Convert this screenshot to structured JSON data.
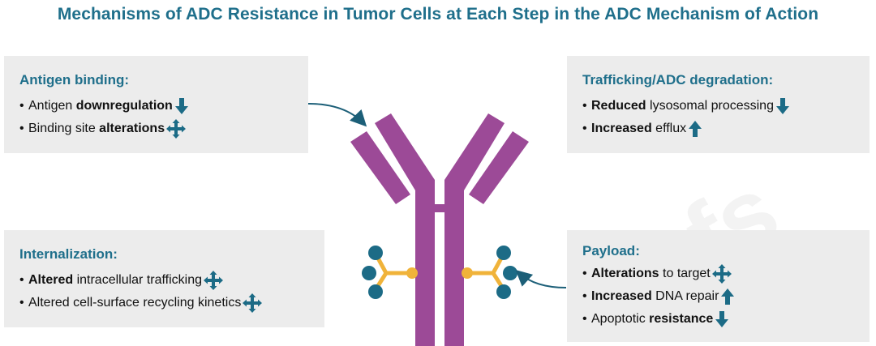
{
  "title": "Mechanisms of ADC Resistance in Tumor Cells at Each Step in the ADC Mechanism of Action",
  "colors": {
    "accent": "#1f6f8b",
    "panel": "#ececec",
    "antibody": "#9c4a97",
    "linker": "#f0b33a",
    "payload": "#1c6b86"
  },
  "watermark": "ofs",
  "boxes": {
    "antigen": {
      "heading": "Antigen binding:",
      "items": [
        {
          "pre": "Antigen ",
          "bold": "downregulation",
          "post": "",
          "icon": "down-arrow-icon"
        },
        {
          "pre": "Binding site ",
          "bold": "alterations",
          "post": "",
          "icon": "four-way-arrow-icon"
        }
      ]
    },
    "trafficking": {
      "heading": "Trafficking/ADC degradation:",
      "items": [
        {
          "pre": "",
          "bold": "Reduced",
          "post": " lysosomal processing",
          "icon": "down-arrow-icon"
        },
        {
          "pre": "",
          "bold": "Increased",
          "post": " efflux",
          "icon": "up-arrow-icon"
        }
      ]
    },
    "internalization": {
      "heading": "Internalization:",
      "items": [
        {
          "pre": "",
          "bold": "Altered",
          "post": " intracellular trafficking",
          "icon": "four-way-arrow-icon"
        },
        {
          "pre": "Altered cell-surface recycling kinetics",
          "bold": "",
          "post": "",
          "icon": "four-way-arrow-icon"
        }
      ]
    },
    "payload": {
      "heading": "Payload:",
      "items": [
        {
          "pre": "",
          "bold": "Alterations",
          "post": " to target",
          "icon": "four-way-arrow-icon"
        },
        {
          "pre": "",
          "bold": "Increased",
          "post": " DNA repair",
          "icon": "up-arrow-icon"
        },
        {
          "pre": "Apoptotic ",
          "bold": "resistance",
          "post": "",
          "icon": "down-arrow-icon"
        }
      ]
    }
  }
}
